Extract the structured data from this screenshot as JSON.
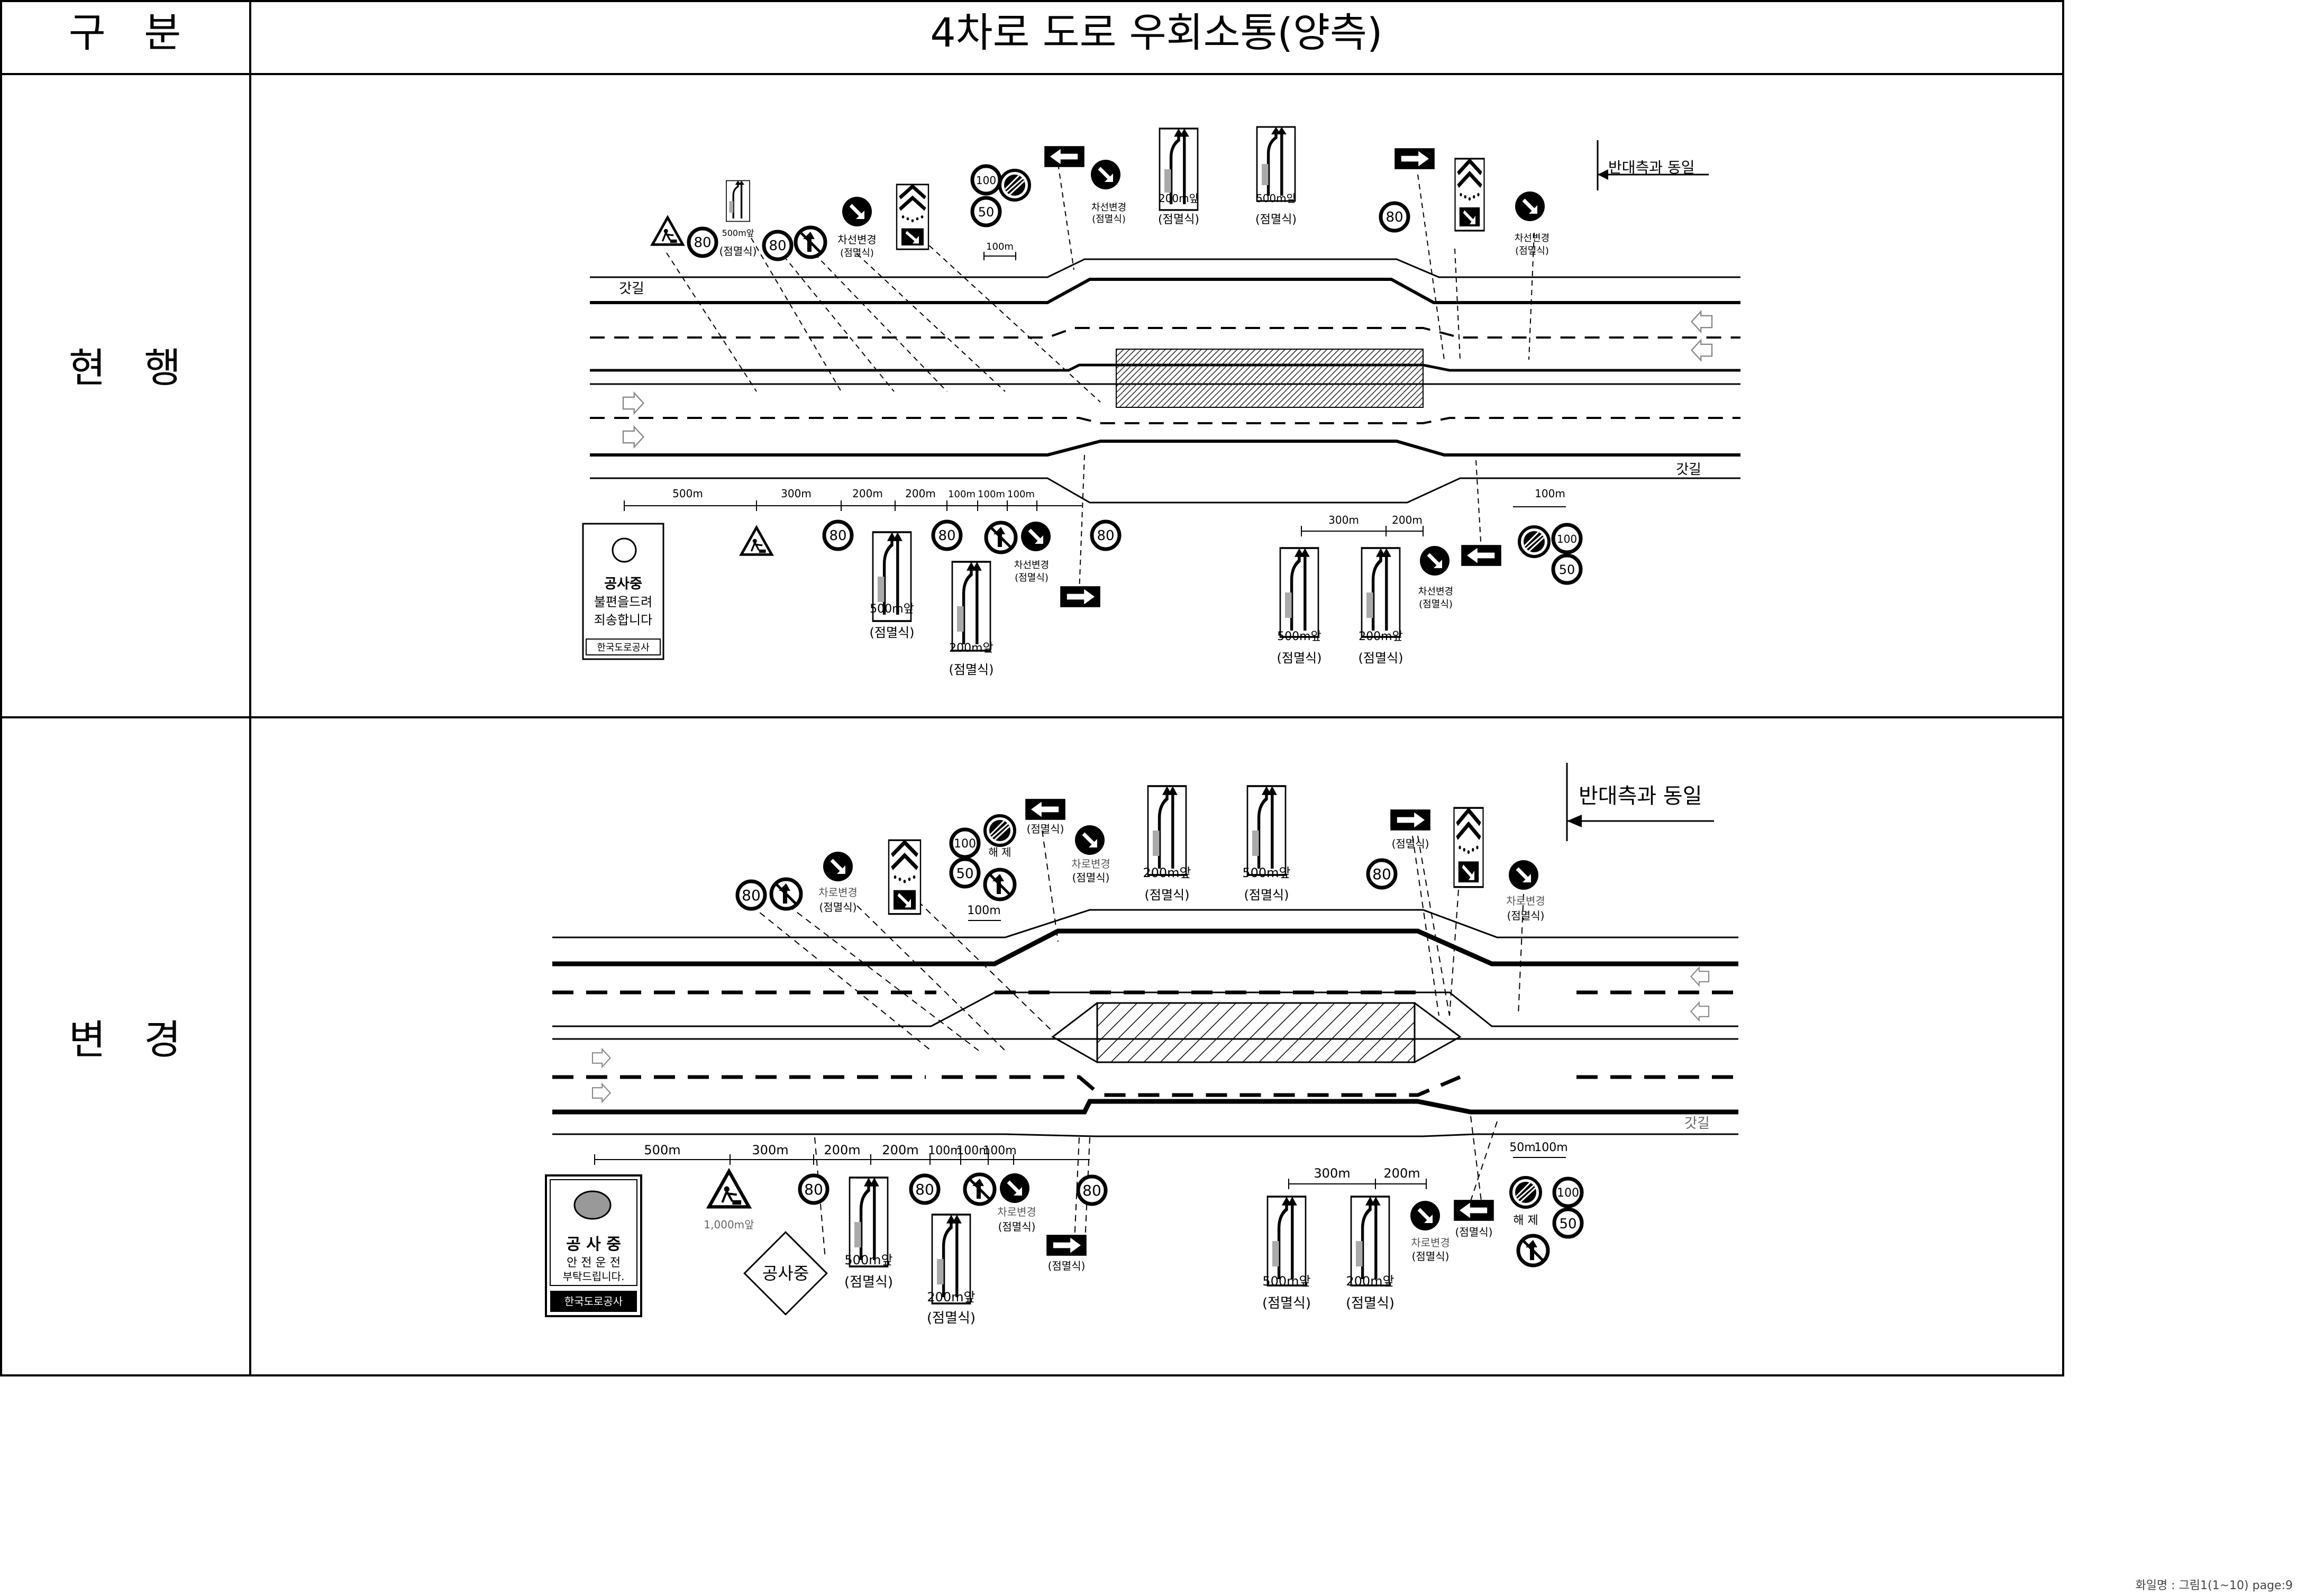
{
  "header": {
    "col1": "구   분",
    "col2": "4차로 도로 우회소통(양측)"
  },
  "rows": [
    {
      "label": "현   행"
    },
    {
      "label": "변   경"
    }
  ],
  "labels": {
    "road_shoulder": "갓길",
    "same_opposite": "반대측과 동일",
    "same_opposite_old": "반대측과 동일",
    "blink": "(점멸식)",
    "blink_old": "(점멸식)",
    "lane_change": "차로변경",
    "lane_change_old": "차선변경",
    "release": "해 제",
    "under_construction": "공사중",
    "construction_1000": "1,000m앞",
    "ahead_500": "500m앞",
    "ahead_200": "200m앞"
  },
  "speed": {
    "s80": "80",
    "s100": "100",
    "s50": "50"
  },
  "distances": {
    "d500": "500m",
    "d300": "300m",
    "d200": "200m",
    "d100": "100m",
    "d50": "50m"
  },
  "big_sign_old": {
    "line1": "공사중",
    "line2": "불편을드려",
    "line3": "죄송합니다",
    "org": "한국도로공사"
  },
  "big_sign_new": {
    "line1": "공 사 중",
    "line2": "안 전 운 전",
    "line3": "부탁드립니다.",
    "org": "한국도로공사"
  },
  "footer": "화일명 : 그림1(1~10) page:9"
}
